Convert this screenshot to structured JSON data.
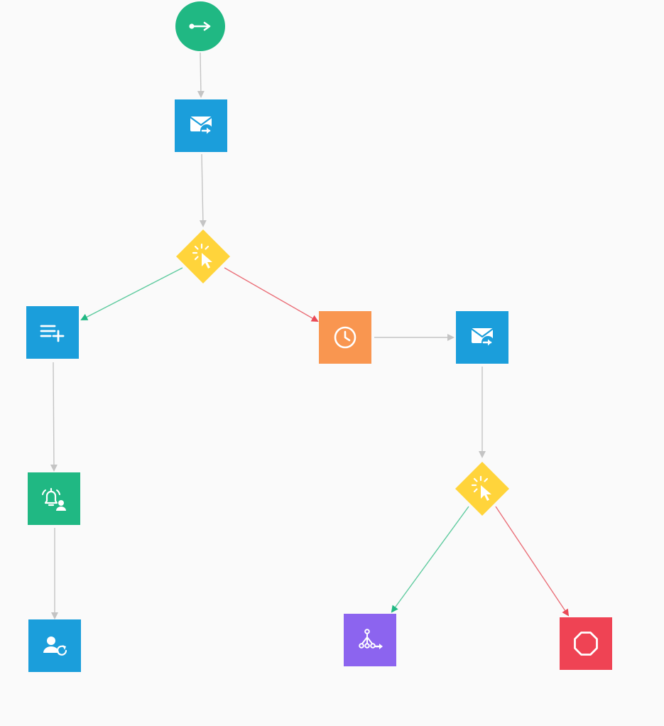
{
  "colors": {
    "start": "#20b883",
    "action_blue": "#1b9edb",
    "condition": "#ffd43b",
    "wait": "#f99650",
    "notify_green": "#20b883",
    "split": "#8c64ef",
    "stop": "#ef4354",
    "edge_neutral": "#c4c4c4",
    "edge_yes": "#5fcb9f",
    "edge_no": "#ea6f78",
    "icon": "#ffffff"
  },
  "nodes": [
    {
      "id": "start",
      "kind": "start",
      "icon": "start-arrow-icon"
    },
    {
      "id": "send-email-1",
      "kind": "action",
      "icon": "send-email-icon"
    },
    {
      "id": "condition-click-1",
      "kind": "condition",
      "icon": "click-pointer-icon"
    },
    {
      "id": "add-to-list",
      "kind": "action",
      "icon": "add-to-list-icon"
    },
    {
      "id": "wait",
      "kind": "wait",
      "icon": "clock-icon"
    },
    {
      "id": "send-email-2",
      "kind": "action",
      "icon": "send-email-icon"
    },
    {
      "id": "notify-user",
      "kind": "notify",
      "icon": "bell-user-icon"
    },
    {
      "id": "condition-click-2",
      "kind": "condition",
      "icon": "click-pointer-icon"
    },
    {
      "id": "update-contact",
      "kind": "action",
      "icon": "user-refresh-icon"
    },
    {
      "id": "split-path",
      "kind": "split",
      "icon": "branch-split-icon"
    },
    {
      "id": "stop",
      "kind": "stop",
      "icon": "stop-octagon-icon"
    }
  ],
  "edges": [
    {
      "from": "start",
      "to": "send-email-1",
      "type": "neutral"
    },
    {
      "from": "send-email-1",
      "to": "condition-click-1",
      "type": "neutral"
    },
    {
      "from": "condition-click-1",
      "to": "add-to-list",
      "type": "yes"
    },
    {
      "from": "condition-click-1",
      "to": "wait",
      "type": "no"
    },
    {
      "from": "wait",
      "to": "send-email-2",
      "type": "neutral"
    },
    {
      "from": "add-to-list",
      "to": "notify-user",
      "type": "neutral"
    },
    {
      "from": "notify-user",
      "to": "update-contact",
      "type": "neutral"
    },
    {
      "from": "send-email-2",
      "to": "condition-click-2",
      "type": "neutral"
    },
    {
      "from": "condition-click-2",
      "to": "split-path",
      "type": "yes"
    },
    {
      "from": "condition-click-2",
      "to": "stop",
      "type": "no"
    }
  ]
}
